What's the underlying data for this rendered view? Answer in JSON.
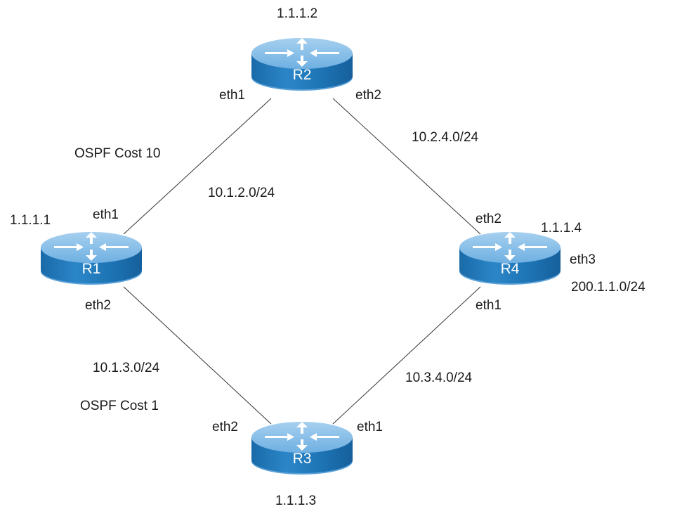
{
  "diagram": {
    "title": "",
    "routers": [
      {
        "id": "R1",
        "name": "R1",
        "router_id": "1.1.1.1"
      },
      {
        "id": "R2",
        "name": "R2",
        "router_id": "1.1.1.2"
      },
      {
        "id": "R3",
        "name": "R3",
        "router_id": "1.1.1.3"
      },
      {
        "id": "R4",
        "name": "R4",
        "router_id": "1.1.1.4"
      }
    ],
    "links": [
      {
        "from": "R1",
        "from_if": "eth1",
        "to": "R2",
        "to_if": "eth1",
        "subnet": "10.1.2.0/24",
        "cost_label": "OSPF Cost 10"
      },
      {
        "from": "R2",
        "from_if": "eth2",
        "to": "R4",
        "to_if": "eth2",
        "subnet": "10.2.4.0/24"
      },
      {
        "from": "R1",
        "from_if": "eth2",
        "to": "R3",
        "to_if": "eth2",
        "subnet": "10.1.3.0/24",
        "cost_label": "OSPF Cost 1"
      },
      {
        "from": "R3",
        "from_if": "eth1",
        "to": "R4",
        "to_if": "eth1",
        "subnet": "10.3.4.0/24"
      }
    ],
    "stub": {
      "router": "R4",
      "interface": "eth3",
      "subnet": "200.1.1.0/24"
    },
    "colors": {
      "router_top": "#8cc0e8",
      "router_body": "#1f74b4",
      "line": "#333333"
    }
  }
}
